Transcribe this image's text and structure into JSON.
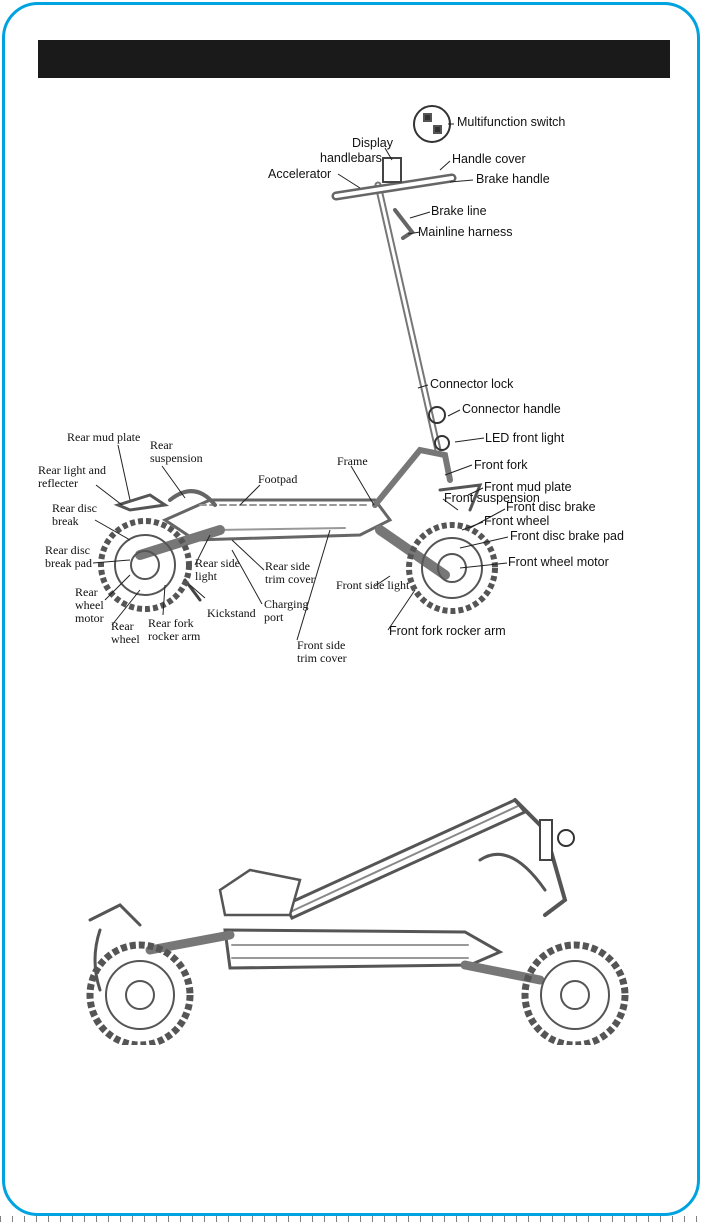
{
  "header": {
    "title": ""
  },
  "labels": {
    "multifunction_switch": "Multifunction switch",
    "display": "Display",
    "handlebars": "handlebars",
    "accelerator": "Accelerator",
    "handle_cover": "Handle cover",
    "brake_handle": "Brake handle",
    "brake_line": "Brake line",
    "mainline_harness": "Mainline harness",
    "connector_lock": "Connector lock",
    "connector_handle": "Connector handle",
    "led_front_light": "LED front light",
    "front_fork": "Front fork",
    "front_mud_plate": "Front mud plate",
    "front_suspension": "Front suspension",
    "front_disc_brake": "Front disc brake",
    "front_wheel": "Front wheel",
    "front_disc_brake_pad": "Front disc brake pad",
    "front_wheel_motor": "Front wheel motor",
    "front_fork_rocker_arm": "Front fork rocker arm",
    "front_side_light": "Front side light",
    "front_side_trim_cover": "Front side\ntrim cover",
    "frame": "Frame",
    "footpad": "Footpad",
    "rear_mud_plate": "Rear mud plate",
    "rear_suspension": "Rear\nsuspension",
    "rear_light_and_reflecter": "Rear light and\nreflecter",
    "rear_disc_break": "Rear disc\nbreak",
    "rear_disc_break_pad": "Rear disc\nbreak pad",
    "rear_wheel_motor": "Rear\nwheel\nmotor",
    "rear_wheel": "Rear\nwheel",
    "rear_fork_rocker_arm": "Rear fork\nrocker arm",
    "rear_side_light": "Rear side\nlight",
    "rear_side_trim_cover": "Rear side\ntrim cover",
    "kickstand": "Kickstand",
    "charging_port": "Charging\nport"
  },
  "colors": {
    "frame_border": "#00a3e0",
    "header_bg": "#1a1a1a",
    "line_art": "#555555"
  }
}
